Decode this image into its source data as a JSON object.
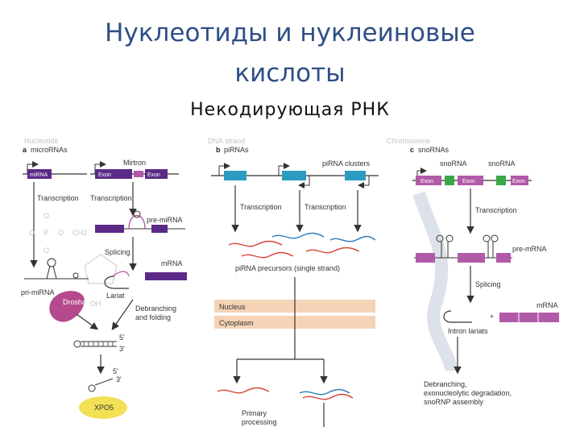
{
  "title": {
    "line1": "Нуклеотиды и нуклеиновые",
    "line2": "кислоты"
  },
  "subtitle": "Некодирующая РНК",
  "colors": {
    "title": "#2f4f86",
    "exon": "#5b2a86",
    "pirna": "#2b9cc0",
    "snorna": "#b05aa8",
    "green": "#3aa849",
    "nucleus": "#f5d3b6"
  },
  "panel_a": {
    "bg_label": "Nucleotide",
    "letter": "a",
    "title": "microRNAs",
    "mirna_box": "miRNA",
    "exon_left": "Exon",
    "exon_right": "Exon",
    "mirtron": "Mirtron",
    "transcription_1": "Transcription",
    "transcription_2": "Transcription",
    "pre_mirna": "pre-miRNA",
    "pri_mirna": "pri-miRNA",
    "splicing": "Splicing",
    "mrna": "mRNA",
    "lariat": "Lariat",
    "drosha": "Drosha",
    "debranching": "Debranching",
    "and_folding": "and folding",
    "end5": "5'",
    "end3": "3'",
    "xpo5": "XPO5",
    "p": "P",
    "oh": "OH",
    "o": "O",
    "ch2": "CH2"
  },
  "panel_b": {
    "bg_label": "DNA strand",
    "letter": "b",
    "title": "piRNAs",
    "clusters": "piRNA clusters",
    "transcription_1": "Transcription",
    "transcription_2": "Transcription",
    "precursors": "piRNA precursors (single strand)",
    "nucleus": "Nucleus",
    "cytoplasm": "Cytoplasm",
    "primary": "Primary",
    "processing": "processing"
  },
  "panel_c": {
    "bg_label": "Chromosome",
    "letter": "c",
    "title": "snoRNAs",
    "snorna_1": "snoRNA",
    "snorna_2": "snoRNA",
    "exon_1": "Exon",
    "exon_2": "Exon",
    "exon_3": "Exon",
    "transcription": "Transcription",
    "pre_mrna": "pre-mRNA",
    "splicing": "Splicing",
    "intron_lariats": "Intron lariats",
    "mrna": "mRNA",
    "plus": "+",
    "debranching": "Debranching,",
    "degradation": "exonucleolytic degradation,",
    "assembly": "snoRNP assembly"
  }
}
